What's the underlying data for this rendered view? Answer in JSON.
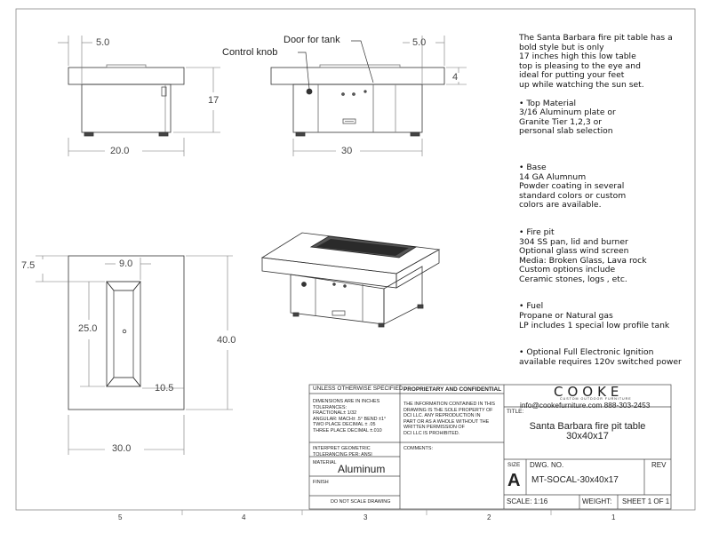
{
  "views": {
    "side": {
      "dim_top": "5.0",
      "dim_right": "17",
      "dim_bottom": "20.0"
    },
    "front": {
      "label_door": "Door for tank",
      "label_knob": "Control knob",
      "dim_top": "5.0",
      "dim_right": "4",
      "dim_bottom": "30"
    },
    "top": {
      "dim_left": "7.5",
      "dim_top": "9.0",
      "dim_mid": "25.0",
      "dim_right": "40.0",
      "dim_inner": "10.5",
      "dim_bottom": "30.0"
    }
  },
  "notes": {
    "intro": [
      "The Santa Barbara fire pit table has a",
      "bold style but is only",
      "17 inches high this low table",
      "top is pleasing to the eye and",
      "ideal for putting your feet",
      "up while watching the sun set."
    ],
    "top_material": [
      "• Top Material",
      "3/16 Aluminum plate or",
      "Granite Tier 1,2,3 or",
      "personal slab selection"
    ],
    "base": [
      "• Base",
      "14 GA Alumnum",
      "Powder coating in several",
      "standard colors or custom",
      "colors are available."
    ],
    "fire_pit": [
      "• Fire pit",
      "304 SS pan, lid and burner",
      "Optional glass wind screen",
      "Media: Broken Glass, Lava rock",
      "Custom options include",
      "Ceramic stones, logs , etc."
    ],
    "fuel": [
      "• Fuel",
      "Propane or Natural gas",
      "LP includes 1 special low profile tank"
    ],
    "ignition": [
      "•  Optional Full Electronic Ignition",
      "available requires 120v switched power"
    ]
  },
  "title_block": {
    "unless": "UNLESS OTHERWISE SPECIFIED:",
    "dims_lines": [
      "DIMENSIONS ARE IN INCHES",
      "TOLERANCES:",
      "FRACTIONAL± 1/32",
      "ANGULAR: MACH± .5° BEND ±1°",
      "TWO PLACE DECIMAL   ± .05",
      "THREE PLACE DECIMAL  ±.010"
    ],
    "interpret": [
      "INTERPRET GEOMETRIC",
      "TOLERANCING PER: ANSI"
    ],
    "material_label": "MATERIAL",
    "material_value": "Aluminum",
    "finish_label": "FINISH",
    "do_not_scale": "DO NOT SCALE DRAWING",
    "proprietary_title": "PROPRIETARY AND CONFIDENTIAL",
    "proprietary_lines": [
      "THE INFORMATION CONTAINED IN THIS",
      "DRAWING IS THE SOLE PROPERTY OF",
      "DCI LLC.  ANY REPRODUCTION IN",
      "PART OR AS A WHOLE WITHOUT THE",
      "WRITTEN PERMISSION OF",
      "DCI LLC IS PROHIBITED."
    ],
    "comments_label": "COMMENTS:",
    "company": "COOKE",
    "company_sub": "CUSTOM  OUTDOOR  FURNITURE",
    "contact": "info@cookefurniture.com 888-303-2453",
    "title_label": "TITLE:",
    "title_lines": [
      "Santa Barbara fire pit table",
      "30x40x17"
    ],
    "size_label": "SIZE",
    "size_value": "A",
    "dwg_label": "DWG.  NO.",
    "dwg_value": "MT-SOCAL-30x40x17",
    "rev_label": "REV",
    "scale": "SCALE: 1:16",
    "weight": "WEIGHT:",
    "sheet": "SHEET 1 OF 1"
  },
  "zones": [
    "5",
    "4",
    "3",
    "2",
    "1"
  ]
}
